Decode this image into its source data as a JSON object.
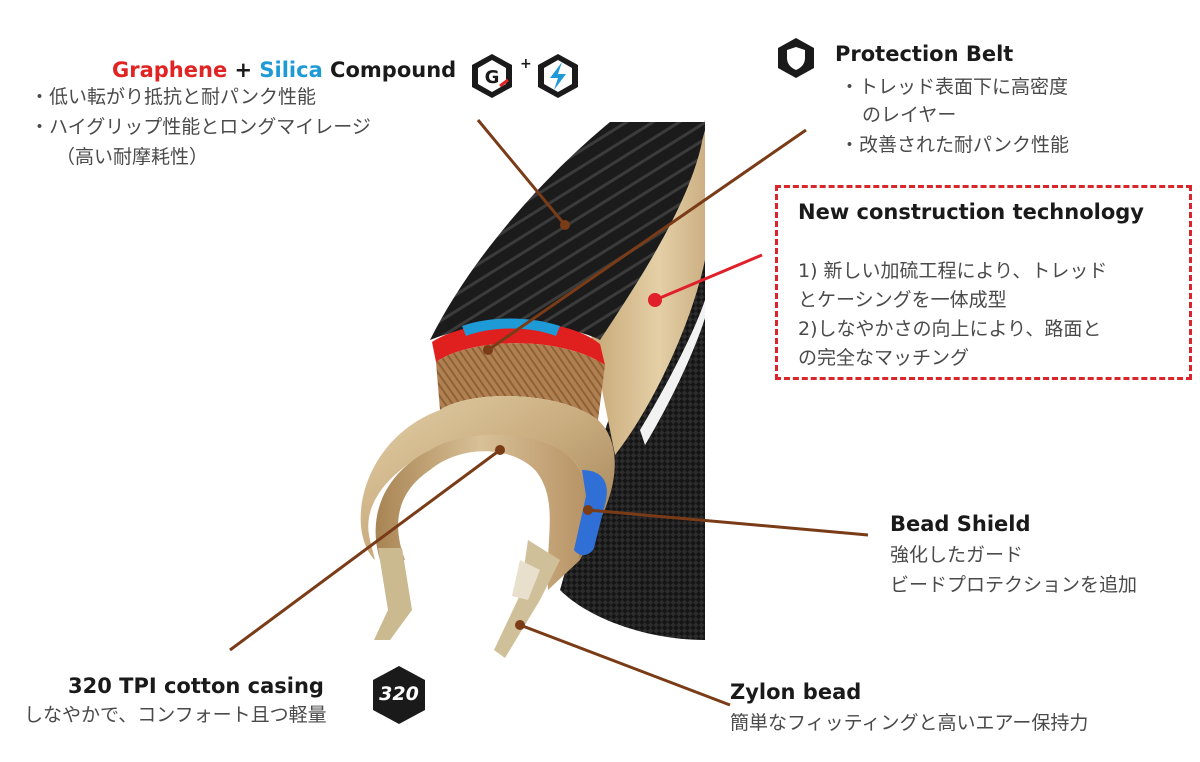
{
  "compound": {
    "title_graphene": "Graphene",
    "title_plus": " + ",
    "title_silica": "Silica",
    "title_compound": " Compound",
    "icon_plus": "+",
    "lines": [
      "・低い転がり抵抗と耐パンク性能",
      "・ハイグリップ性能とロングマイレージ",
      "（高い耐摩耗性）"
    ]
  },
  "protection_belt": {
    "title": "Protection Belt",
    "lines": [
      "・トレッド表面下に高密度",
      "のレイヤー",
      "・改善された耐パンク性能"
    ]
  },
  "new_construction": {
    "title": "New construction technology",
    "lines": [
      "1) 新しい加硫工程により、トレッド",
      "とケーシングを一体成型",
      "2)しなやかさの向上により、路面と",
      "の完全なマッチング"
    ]
  },
  "bead_shield": {
    "title": "Bead Shield",
    "lines": [
      "強化したガード",
      "ビードプロテクションを追加"
    ]
  },
  "casing": {
    "title": "320 TPI cotton casing",
    "line": "しなやかで、コンフォート且つ軽量",
    "badge": "320"
  },
  "zylon": {
    "title": "Zylon bead",
    "line": "簡単なフィッティングと高いエアー保持力"
  },
  "colors": {
    "graphene_red": "#e02323",
    "silica_blue": "#1e9ad6",
    "leader_brown": "#7a3b17",
    "leader_red": "#e0202a",
    "dashed_border": "#d8262c"
  }
}
